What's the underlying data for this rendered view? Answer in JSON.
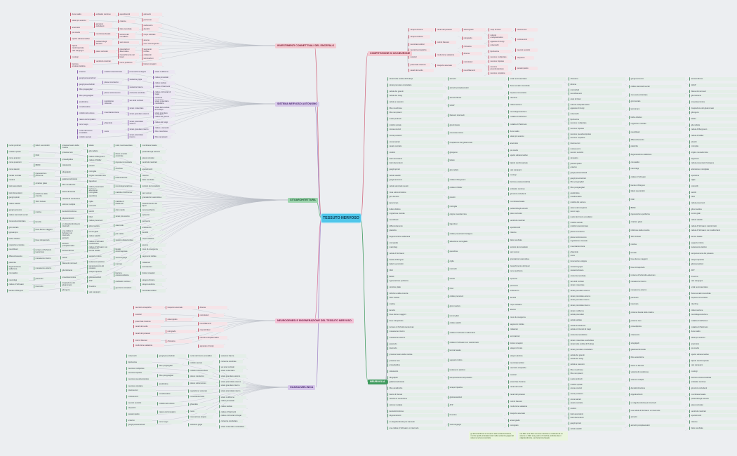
{
  "root": {
    "title": "TESSUTO NERVOSO"
  },
  "colors": {
    "root": "#4fc6ea",
    "link": "#9aa3b0",
    "red": "#c25a6e",
    "purple": "#8b66b0",
    "green": "#5f9a74",
    "darkgreen": "#3f9a5e"
  },
  "topics": [
    {
      "id": "t1",
      "title": "INVESTIMENTI CONNETTIVALI DEL ENCEFALO",
      "style": "red"
    },
    {
      "id": "t2",
      "title": "COMPETIZIONE DI UN NEURONE",
      "style": "red"
    },
    {
      "id": "t3",
      "title": "SISTEMA NERVOSO AUTONOMO",
      "style": "purple"
    },
    {
      "id": "t4",
      "title": "CITOARCHITETTURA",
      "style": "green"
    },
    {
      "id": "t5",
      "title": "NEUROGENESI E RIGENERAZIONE DEL TESSUTO NERVOSO",
      "style": "pink"
    },
    {
      "id": "t6",
      "title": "GUAINA MIELINICA",
      "style": "lilac"
    },
    {
      "id": "t7",
      "title": "NEUROGLIA",
      "style": "darkgreen"
    }
  ],
  "notes": [
    "gli astrociti fibrosi si trovano nella sostanza bianca, mentre quelli protoplasmatici nella sostanza grigia del sistema nervoso centrale",
    "nel SNC una fibra nervosa mielinica è costituita da un assone e dalla sua guaina di mielina prodotta da un oligodendrocita, senza lamina basale"
  ],
  "labels": [
    "dura madre",
    "strato più esterno",
    "aracnoide",
    "pia madre",
    "spazio subaracnoideo",
    "liquido cerebrospinale",
    "vasi sanguigni",
    "meningi",
    "barriera ematoencefalica",
    "endotelio continuo",
    "giunzioni occludenti",
    "membrana basale",
    "pedicelli degli astrociti",
    "plessi corioidei",
    "ventricoli cerebrali",
    "ependimociti",
    "cisterne",
    "falce cerebrale",
    "tentorio del cervelletto",
    "seni venosi",
    "granulazioni aracnoidee",
    "riassorbimento del liquor",
    "nervo periferico",
    "epinevrio",
    "perinevrio",
    "endonevrio",
    "dendriti",
    "corpo cellulare",
    "assone",
    "cono di emergenza",
    "segmento iniziale",
    "collaterali",
    "terminazioni",
    "bottoni sinaptici",
    "sinapsi chimica",
    "sinapsi elettrica",
    "neurotrasmettitori",
    "vescicole sinaptiche",
    "recettori",
    "potenziale d'azione",
    "canali del sodio",
    "canali del potassio",
    "nodi di Ranvier",
    "conduzione saltatoria",
    "trasporto assonale",
    "anterogrado",
    "retrogrado",
    "chinesina",
    "dineina",
    "microtubuli",
    "neurofilamenti",
    "corpi di Nissl",
    "reticolo endoplasmatico",
    "apparato di Golgi",
    "mitocondri",
    "lipofuscina",
    "neurone multipolare",
    "neurone bipolare",
    "neurone pseudounipolare",
    "neurone unipolare",
    "interneuroni",
    "motoneuroni",
    "neuroni sensitivi",
    "simpatico",
    "parasimpatico",
    "enterico",
    "gangli paravertebrali",
    "gangli prevertebrali",
    "fibre pregangliari",
    "fibre postgangliari",
    "acetilcolina",
    "noradrenalina",
    "midollo del surrene",
    "catena del simpatico",
    "nervo vago",
    "nuclei del tronco encefalico",
    "midollo sacrale",
    "midollo toracolombare",
    "plesso mienterico",
    "plesso sottomucoso",
    "regolazione viscerale",
    "muscolatura liscia",
    "ghiandole",
    "cuore",
    "innervazione doppia",
    "sostanza grigia",
    "sostanza bianca",
    "corteccia cerebrale",
    "sei strati corticali",
    "strato molecolare",
    "strato granulare esterno",
    "strato piramidale esterno",
    "strato granulare interno",
    "strato piramidale interno",
    "strato multiforme",
    "cellule piramidali",
    "cellule stellate",
    "cellule di Martinotti",
    "cellule orizzontali di Cajal",
    "corteccia cerebellare",
    "strato molecolare cerebellare",
    "strato delle cellule di Purkinje",
    "strato granulare cerebellare",
    "cellule dei granuli",
    "cellule del Golgi",
    "cellule a canestro",
    "fibre muschiose",
    "fibre rampicanti",
    "nuclei profondi",
    "midollo spinale",
    "corna anteriori",
    "corna posteriori",
    "corna laterali",
    "canale centrale",
    "cordoni",
    "tratti ascendenti",
    "tratti discendenti",
    "gangli spinali",
    "cellule satelliti",
    "gangli autonomi",
    "cellule staminali neurali",
    "zona subventricolare",
    "giro dentato",
    "ippocampo",
    "bulbo olfattivo",
    "migrazione rostrale",
    "neuroblasti",
    "differenziamento",
    "plasticità",
    "degenerazione walleriana",
    "cromatolisi",
    "macrofagi",
    "cellule di Schwann",
    "bande di Büngner",
    "fattori neurotrofici",
    "NGF",
    "BDNF",
    "rigenerazione periferica",
    "cicatrice gliale",
    "inibizione della crescita",
    "SNC limitato",
    "mielina",
    "lamelle",
    "linee dense maggiori",
    "linee intraperiodo",
    "incisure di Schmidt-Lanterman",
    "mesassone interno",
    "mesassone esterno",
    "paranodo",
    "internodo",
    "proteina basica della mielina",
    "proteina zero",
    "proteolipidica",
    "colesterolo",
    "sfingolipidi",
    "galattocerebroside",
    "fibre amieliniche",
    "fascio di Remak",
    "velocità di conduzione",
    "sclerosi multipla",
    "demielinizzazione",
    "oligodendrociti",
    "un oligodendrocita più internodi",
    "una cellula di Schwann un internodo",
    "astrociti",
    "astrociti protoplasmatici",
    "astrociti fibrosi",
    "GFAP",
    "filamenti intermedi",
    "glia limitante",
    "omeostasi ionica",
    "ricaptazione del glutammato",
    "glicogeno",
    "lattato",
    "glia radiale",
    "cellule di Bergmann",
    "cellule di Müller",
    "pituiciti",
    "microglia",
    "origine mesodermica",
    "fagocitosi",
    "cellule presentanti l'antigene",
    "attivazione microgliale",
    "ependima",
    "ciglia",
    "microvilli",
    "taniciti",
    "NG2",
    "cellule precursori",
    "gliosi reattiva",
    "tumori gliali",
    "cellule satelliti",
    "cellule di Schwann mielinizzanti",
    "cellule di Schwann non mielinizzanti",
    "lamina basale",
    "supporto trofico",
    "isolamento elettrico",
    "tamponamento del potassio",
    "sinapsi tripartita",
    "gliotrasmettitori",
    "ATP",
    "D-serina",
    "vasi sanguigni",
    "unità neurovascolare",
    "flusso ematico cerebrale",
    "risposta immunitaria",
    "citochine",
    "infiammazione",
    "neurodegenerazione",
    "malattia di Alzheimer",
    "malattia di Parkinson"
  ]
}
